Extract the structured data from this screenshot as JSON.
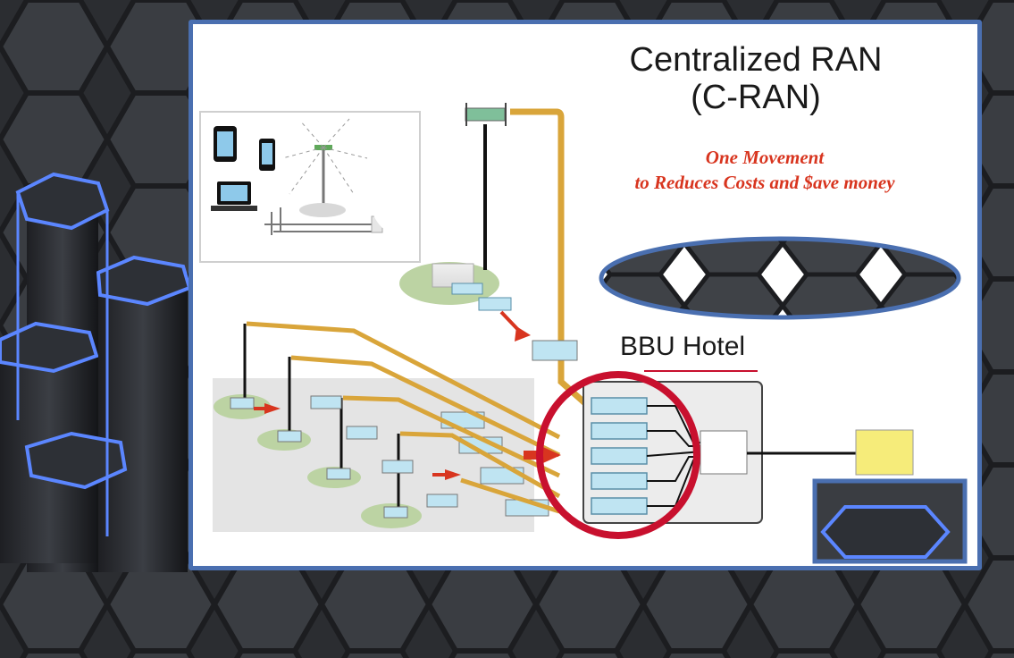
{
  "title_line1": "Centralized RAN",
  "title_line2": "(C-RAN)",
  "subtitle_line1": "One Movement",
  "subtitle_line2": "to Reduces Costs and $ave money",
  "hub_label": "BBU Hotel",
  "colors": {
    "panel_border": "#4a6fb0",
    "accent_red": "#d8351f",
    "ring_red": "#c8102e",
    "fiber_gold": "#d9a53a",
    "bbu_card": "#bfe4f2",
    "remote_box": "#f6ec7a"
  },
  "icons": [
    "tablet-icon",
    "phone-icon",
    "laptop-icon",
    "cell-tower-icon",
    "arrow-right-icon",
    "hexagon-icon"
  ]
}
